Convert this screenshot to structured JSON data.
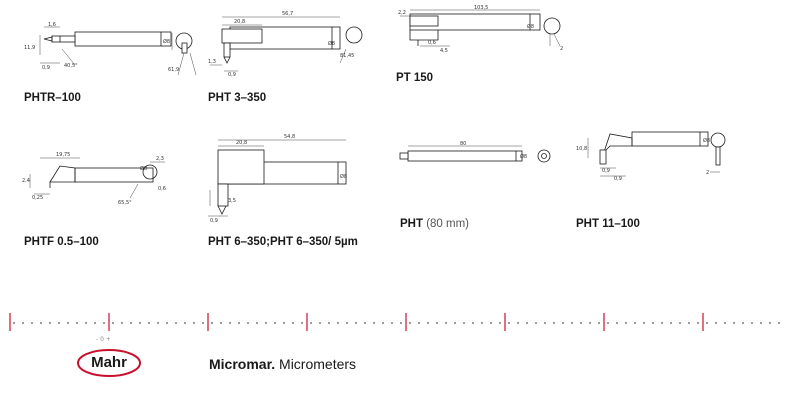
{
  "probes": [
    {
      "id": "phtr-100",
      "name": "PHTR–100",
      "dims": [
        "1,6",
        "11,9",
        "0,9",
        "40,5°",
        "Ø8",
        "61,9"
      ]
    },
    {
      "id": "pht-3-350",
      "name": "PHT 3–350",
      "dims": [
        "56,7",
        "20,8",
        "Ø8",
        "1,3",
        "0,9",
        "81,45"
      ]
    },
    {
      "id": "pt-150",
      "name": "PT 150",
      "dims": [
        "103,5",
        "2,2",
        "0,6",
        "4,5",
        "Ø8",
        "2"
      ]
    },
    {
      "id": "phtf-05-100",
      "name": "PHTF 0.5–100",
      "dims": [
        "19,75",
        "2,4",
        "0,25",
        "Ø8",
        "2,3",
        "0,6",
        "65,5°"
      ]
    },
    {
      "id": "pht-6-350",
      "name": "PHT 6–350;PHT 6–350/ 5µm",
      "dims": [
        "54,8",
        "20,8",
        "Ø8",
        "3,5",
        "0,9"
      ]
    },
    {
      "id": "pht-80",
      "name": "PHT",
      "name_suffix": "(80 mm)",
      "dims": [
        "80",
        "Ø8"
      ]
    },
    {
      "id": "pht-11-100",
      "name": "PHT 11–100",
      "dims": [
        "10,8",
        "0,9",
        "0,9",
        "Ø8",
        "2"
      ]
    }
  ],
  "footer": {
    "scale_label": "- 0 +",
    "logo": "Mahr",
    "title_bold": "Micromar.",
    "title_rest": "Micrometers"
  },
  "colors": {
    "accent": "#c8102e",
    "ink": "#1a1a1a"
  }
}
